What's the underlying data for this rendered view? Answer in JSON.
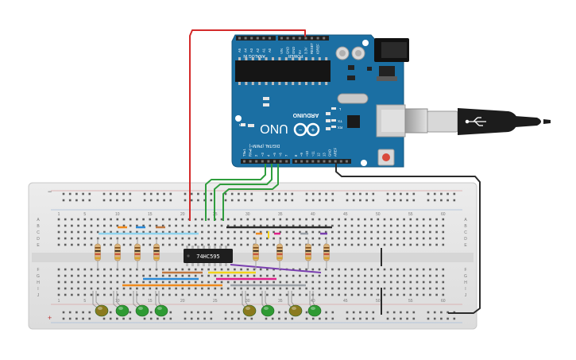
{
  "arduino": {
    "brand": "ARDUINO",
    "model": "UNO",
    "on_label": "ON",
    "l_label": "L",
    "tx_label": "TX",
    "rx_label": "RX",
    "power_label": "POWER",
    "analog_label": "ANALOG IN",
    "digital_label": "DIGITAL (PWM~)",
    "analog_pins": [
      "A5",
      "A4",
      "A3",
      "A2",
      "A1",
      "A0"
    ],
    "power_pins": [
      "VIN",
      "GND",
      "GND",
      "5V",
      "3.3V",
      "RESET",
      "IOREF"
    ],
    "digital_pins_left": [
      "TX▸1",
      "RX◂0",
      "2",
      "~3",
      "4",
      "~5",
      "~6",
      "7"
    ],
    "digital_pins_right": [
      "8",
      "~9",
      "~10",
      "~11",
      "12",
      "13",
      "GND",
      "AREF"
    ]
  },
  "breadboard": {
    "column_numbers": [
      "1",
      "5",
      "10",
      "15",
      "20",
      "25",
      "30",
      "35",
      "40",
      "45",
      "50",
      "55",
      "60"
    ],
    "row_letters_top": [
      "A",
      "B",
      "C",
      "D",
      "E"
    ],
    "row_letters_bottom": [
      "F",
      "G",
      "H",
      "I",
      "J"
    ]
  },
  "chip": {
    "label": "74HC595"
  },
  "colors": {
    "board_blue": "#1b6fa3",
    "wire_red": "#d42a2a",
    "wire_green": "#2f9e3d",
    "wire_black": "#2b2b2b",
    "breadboard": "#e3e3e3",
    "led_green": "#2e9a33",
    "led_olive": "#8a7a1e"
  }
}
